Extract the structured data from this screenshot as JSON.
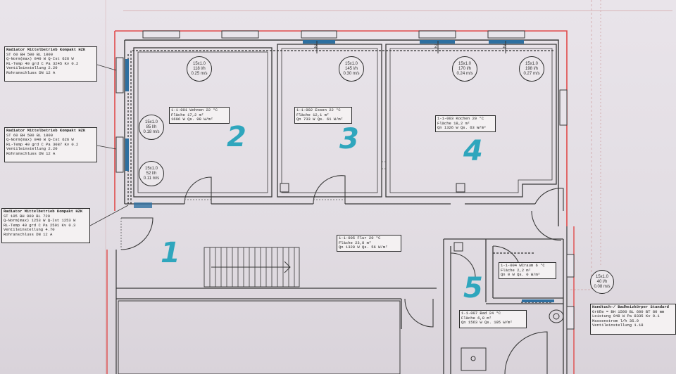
{
  "room_numbers": [
    "1",
    "2",
    "3",
    "4",
    "5"
  ],
  "rooms": [
    {
      "id": "wohnen",
      "lines": [
        "1-1-001 Wohnen   22 °C",
        "Fläche 17,2 m²",
        "   1606 W  Qs. 98 W/m²"
      ]
    },
    {
      "id": "essen",
      "lines": [
        "1-1-002 Essen   22 °C",
        "Fläche 12,1 m²",
        "Qn 733 W  Qs. 61 W/m²"
      ]
    },
    {
      "id": "kochen",
      "lines": [
        "1-1-003 Kochen   20 °C",
        "Fläche 18,2 m²",
        "Qn 1326 W  Qs. 63 W/m²"
      ]
    },
    {
      "id": "flur",
      "lines": [
        "1-1-005 Flur   20 °C",
        "Fläche 23,8 m²",
        "Qn 1328 W  Qs. 56 W/m²"
      ]
    },
    {
      "id": "wcraum",
      "lines": [
        "1-1-004 WCraum   6 °C",
        "Fläche 2,2 m²",
        "Qn 0 W  Qs. 0 W/m²"
      ]
    },
    {
      "id": "bad",
      "lines": [
        "1-1-007 Bad   24 °C",
        "Fläche 6,8 m²",
        "Qn 1563 W  Qs. 195 W/m²"
      ]
    }
  ],
  "radiators": [
    {
      "id": "r1",
      "lines": [
        "Radiator Mittelbetrieb Kompakt HZK",
        "ST 60 BH 500 BL 1000",
        "Q-Norm(max)  840 W  Q-Ist  626 W",
        "RL-Temp  40 grd C  Pa 3245  Kv  0.2",
        "Ventileinstellung 2.20",
        "Rohranschluss DN 12 A"
      ]
    },
    {
      "id": "r2",
      "lines": [
        "Radiator Mittelbetrieb Kompakt HZK",
        "ST 60 BH 500 BL 1000",
        "Q-Norm(max)  840 W  Q-Ist  626 W",
        "RL-Temp  40 grd C  Pa 3087  Kv  0.2",
        "Ventileinstellung 2.20",
        "Rohranschluss DN 12 A"
      ]
    },
    {
      "id": "r3",
      "lines": [
        "Radiator Mittelbetrieb Kompakt HZK",
        "ST 105 BH 900 BL 720",
        "Q-Norm(max)  1253 W  Q-Ist  1253 W",
        "RL-Temp  40 grd C  Pa 2501  Kv  0.3",
        "Ventileinstellung 4.70",
        "Rohranschluss DN 12 A"
      ]
    },
    {
      "id": "r4",
      "lines": [
        "Handtuch-/ Badheizkörper Standard",
        "Größe = BH 1500 BL 600 BT 80 mm",
        "Leistung  948 W  Pa 8335  Kv  0.1",
        "Massenstrom l/h  35.9",
        "Ventileinstellung 1.18"
      ]
    }
  ],
  "flow_circles": [
    {
      "id": "c1",
      "lines": [
        "15x1.0",
        "118 l/h",
        "0.25 m/s"
      ]
    },
    {
      "id": "c2",
      "lines": [
        "15x1.0",
        "85 l/h",
        "0.18 m/s"
      ]
    },
    {
      "id": "c3",
      "lines": [
        "15x1.0",
        "52 l/h",
        "0.11 m/s"
      ]
    },
    {
      "id": "c4",
      "lines": [
        "15x1.0",
        "145 l/h",
        "0.30 m/s"
      ]
    },
    {
      "id": "c5",
      "lines": [
        "15x1.0",
        "170 l/h",
        "0.24 m/s"
      ]
    },
    {
      "id": "c6",
      "lines": [
        "15x1.0",
        "198 l/h",
        "0.27 m/s"
      ]
    },
    {
      "id": "c7",
      "lines": [
        "15x1.0",
        "40 l/h",
        "0.08 m/s"
      ]
    }
  ],
  "marks": [
    "2",
    "2",
    "2"
  ],
  "colors": {
    "wall_outer": "#e04a4a",
    "wall": "#3a3a3a",
    "radiator": "#2e6fa0",
    "pipe": "#3a3a3a",
    "annotation": "#2fa6bd"
  }
}
